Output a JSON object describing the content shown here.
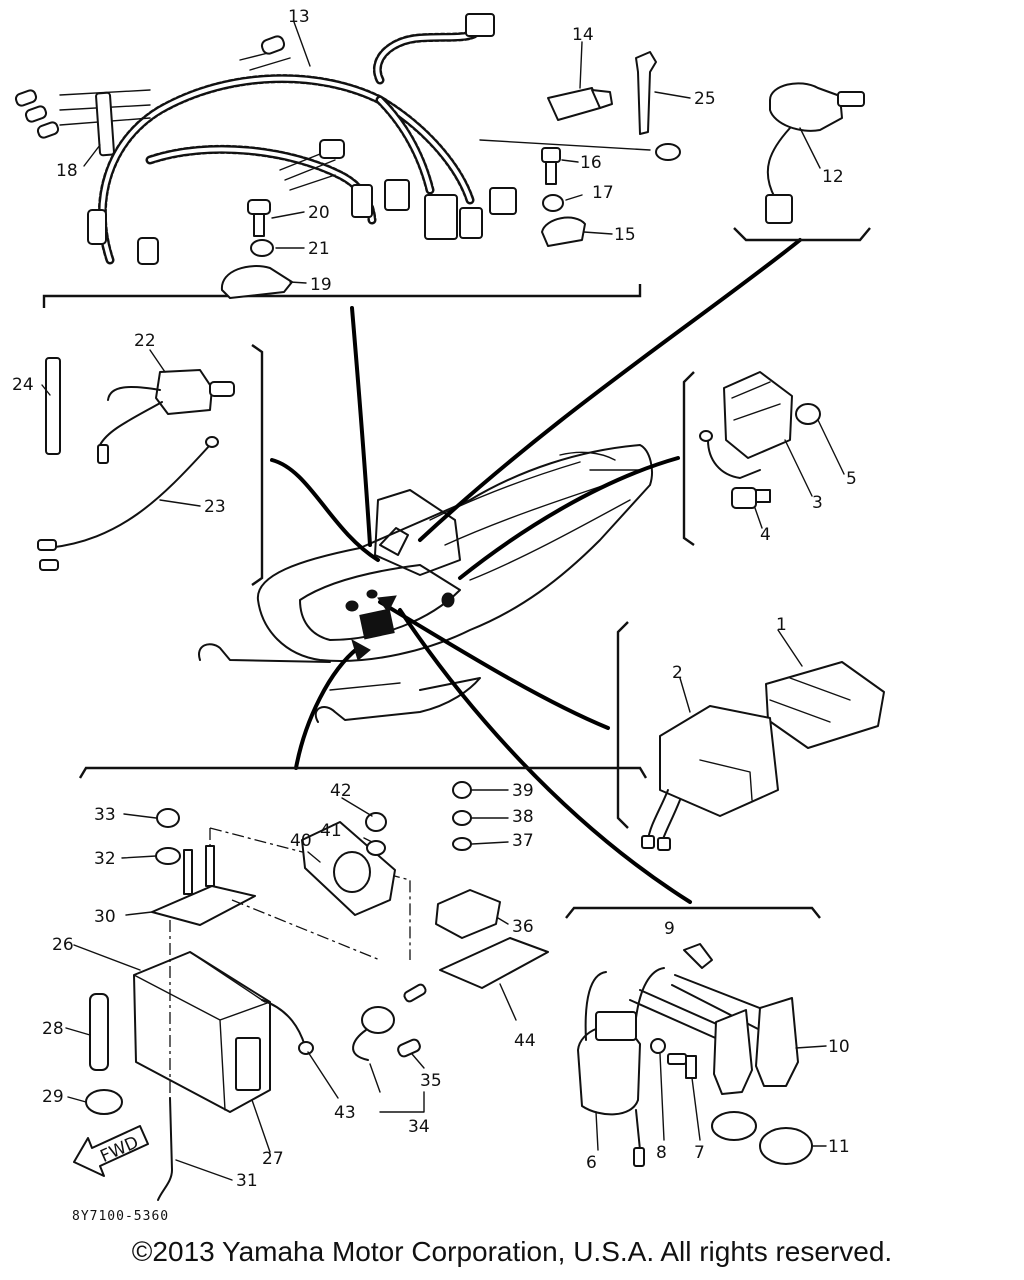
{
  "diagram": {
    "drawing_id": "8Y7100-5360",
    "copyright": "©2013 Yamaha Motor Corporation, U.S.A. All rights reserved.",
    "fwd_label": "FWD",
    "callouts": {
      "c1": "1",
      "c2": "2",
      "c3": "3",
      "c4": "4",
      "c5": "5",
      "c6": "6",
      "c7": "7",
      "c8": "8",
      "c9": "9",
      "c10": "10",
      "c11": "11",
      "c12": "12",
      "c13": "13",
      "c14": "14",
      "c15": "15",
      "c16": "16",
      "c17": "17",
      "c18": "18",
      "c19": "19",
      "c20": "20",
      "c21": "21",
      "c22": "22",
      "c23": "23",
      "c24": "24",
      "c25": "25",
      "c26": "26",
      "c27": "27",
      "c28": "28",
      "c29": "29",
      "c30": "30",
      "c31": "31",
      "c32": "32",
      "c33": "33",
      "c34": "34",
      "c35": "35",
      "c36": "36",
      "c37": "37",
      "c38": "38",
      "c39": "39",
      "c40": "40",
      "c41": "41",
      "c42": "42",
      "c43": "43",
      "c44": "44"
    }
  }
}
